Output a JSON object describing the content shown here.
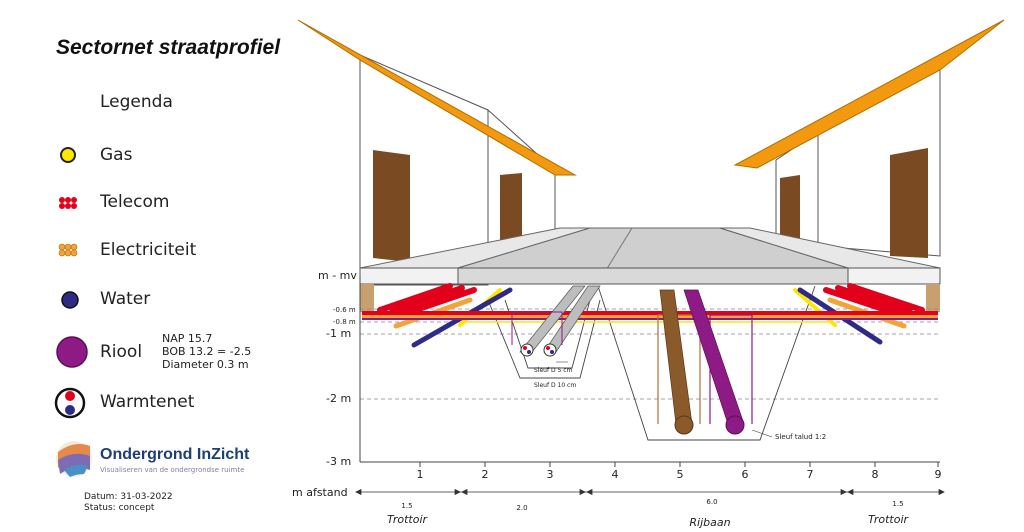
{
  "title": "Sectornet straatprofiel",
  "legend": {
    "heading": "Legenda",
    "items": [
      {
        "key": "gas",
        "label": "Gas",
        "color": "#ffe600"
      },
      {
        "key": "telecom",
        "label": "Telecom",
        "color": "#e3001b"
      },
      {
        "key": "electricity",
        "label": "Electriciteit",
        "color": "#f2a33a"
      },
      {
        "key": "water",
        "label": "Water",
        "color": "#2e2a86"
      },
      {
        "key": "riool",
        "label": "Riool",
        "color": "#8e1a86"
      },
      {
        "key": "warmtenet",
        "label": "Warmtenet",
        "color": "#e3001b"
      }
    ],
    "riool_info": [
      "NAP 15.7",
      "BOB 13.2 = -2.5",
      "Diameter 0.3 m"
    ]
  },
  "logo": {
    "name": "Ondergrond InZicht",
    "tagline": "Visualiseren van de ondergrondse ruimte"
  },
  "meta": {
    "date": "Datum: 31-03-2022",
    "status": "Status: concept"
  },
  "diagram": {
    "depth_labels": {
      "mv": "m - mv",
      "d06": "-0.6 m",
      "d08": "-0.8 m",
      "d1": "-1 m",
      "d2": "-2 m",
      "d3": "-3 m"
    },
    "x_ticks": [
      "1",
      "2",
      "3",
      "4",
      "5",
      "6",
      "7",
      "8",
      "9"
    ],
    "x_axis_label": "m afstand",
    "segments": [
      {
        "width": "1.5",
        "name": "Trottoir"
      },
      {
        "width": "2.0",
        "name": ""
      },
      {
        "width": "6.0",
        "name": "Rijbaan"
      },
      {
        "width": "1.5",
        "name": "Trottoir"
      }
    ],
    "trench_labels": {
      "d5": "Sleuf D 5 cm",
      "d10": "Sleuf D 10 cm",
      "talud": "Sleuf talud 1:2"
    },
    "colors": {
      "roof": "#f2990f",
      "door": "#7a4a22",
      "road": "#cccccc",
      "riool_brown": "#8b5a2b",
      "riool_purple": "#8e1a86"
    }
  }
}
